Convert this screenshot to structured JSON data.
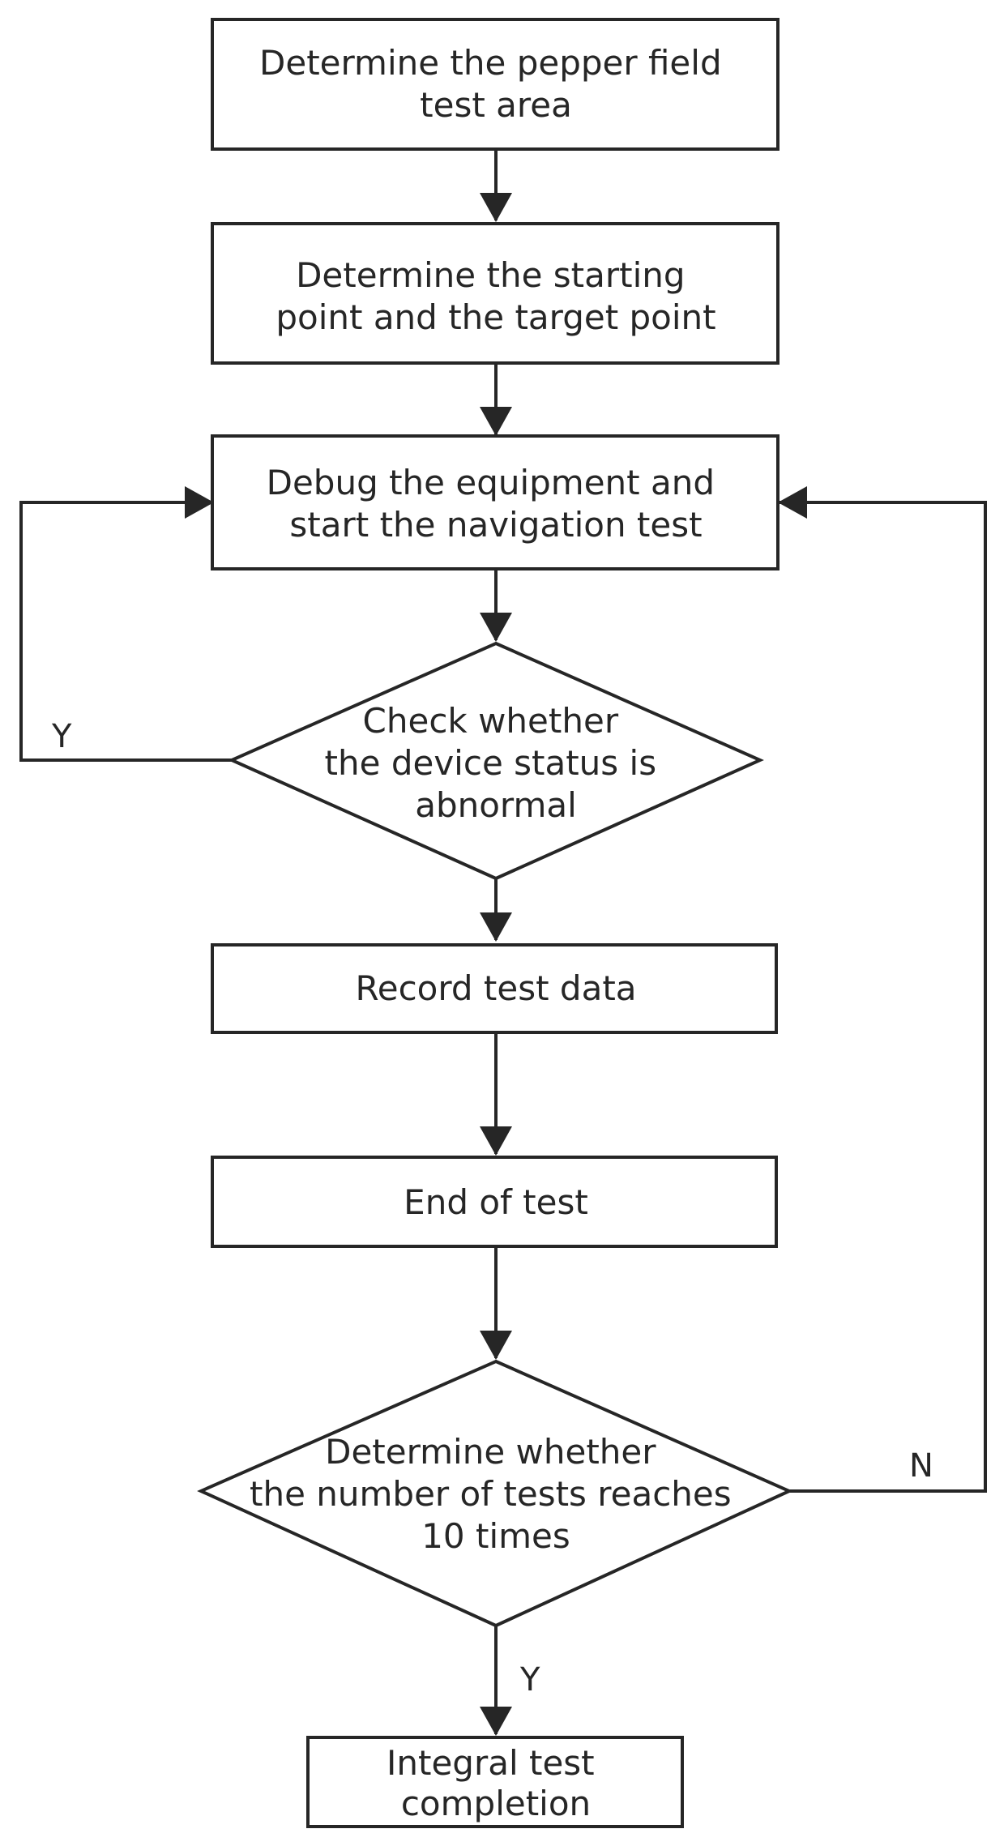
{
  "nodes": {
    "define_area": {
      "lines": [
        "Determine the pepper field",
        "test area"
      ]
    },
    "start_target": {
      "lines": [
        "Determine the starting",
        "point and the target point"
      ]
    },
    "debug_start": {
      "lines": [
        "Debug the equipment and",
        "start the navigation test"
      ]
    },
    "check_status": {
      "lines": [
        "Check whether",
        "the device status is",
        "abnormal"
      ]
    },
    "record_data": {
      "lines": [
        "Record test data"
      ]
    },
    "end_test": {
      "lines": [
        "End of test"
      ]
    },
    "check_count": {
      "lines": [
        "Determine whether",
        "the number of tests reaches",
        "10 times"
      ]
    },
    "completion": {
      "lines": [
        "Integral test",
        "completion"
      ]
    }
  },
  "edge_labels": {
    "status_yes": "Y",
    "count_no": "N",
    "count_yes": "Y"
  },
  "colors": {
    "stroke": "#262626",
    "background": "#ffffff"
  }
}
